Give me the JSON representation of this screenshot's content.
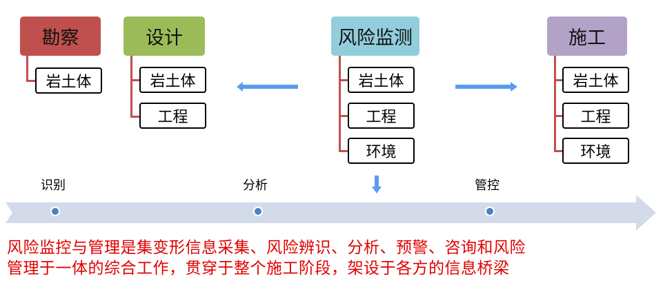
{
  "colors": {
    "survey": "#C0504D",
    "design": "#9BBB59",
    "monitor": "#92CDDC",
    "construction": "#B2A2C7",
    "connector": "#C0504D",
    "arrow": "#5B9BF0",
    "timeline": "#D3DBEA"
  },
  "stages": [
    {
      "title": "勘察",
      "items": [
        "岩土体"
      ]
    },
    {
      "title": "设计",
      "items": [
        "岩土体",
        "工程"
      ]
    },
    {
      "title": "风险监测",
      "items": [
        "岩土体",
        "工程",
        "环境"
      ]
    },
    {
      "title": "施工",
      "items": [
        "岩土体",
        "工程",
        "环境"
      ]
    }
  ],
  "timeline": {
    "labels": [
      "识别",
      "分析",
      "管控"
    ]
  },
  "description": {
    "line1": "风险监控与管理是集变形信息采集、风险辨识、分析、预警、咨询和风险",
    "line2": "管理于一体的综合工作，贯穿于整个施工阶段，架设于各方的信息桥梁"
  }
}
